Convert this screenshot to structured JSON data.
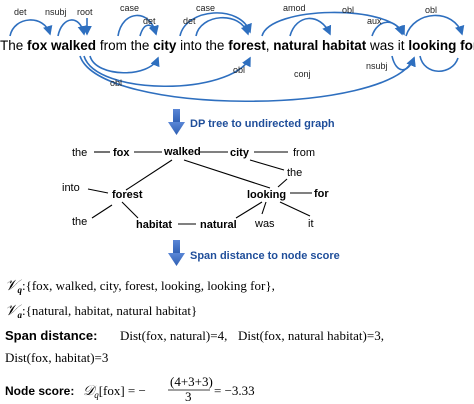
{
  "sentence": {
    "tokens": [
      {
        "text": "The",
        "bold": false
      },
      {
        "text": "fox walked",
        "bold": true
      },
      {
        "text": "from the",
        "bold": false
      },
      {
        "text": "city",
        "bold": true
      },
      {
        "text": "into the",
        "bold": false
      },
      {
        "text": "forest",
        "bold": true
      },
      {
        "text": ",",
        "bold": false
      },
      {
        "text": "natural habitat",
        "bold": true
      },
      {
        "text": "was it",
        "bold": false
      },
      {
        "text": "looking for",
        "bold": true
      },
      {
        "text": ".",
        "bold": false
      }
    ]
  },
  "dependency_labels": {
    "det_1": "det",
    "nsubj": "nsubj",
    "root": "root",
    "case_1": "case",
    "det_2": "det",
    "obl_1": "obl",
    "det_3": "det",
    "case_2": "case",
    "obl_2": "obl",
    "amod": "amod",
    "obl_3": "obl",
    "aux": "aux",
    "obl_4": "obl",
    "conj": "conj",
    "nsubj_2": "nsubj"
  },
  "step1": "DP tree to undirected graph",
  "graph_nodes": {
    "the_1": "the",
    "fox": "fox",
    "walked": "walked",
    "city": "city",
    "from": "from",
    "the_2": "the",
    "into": "into",
    "forest": "forest",
    "looking": "looking",
    "for": "for",
    "the_3": "the",
    "habitat": "habitat",
    "natural": "natural",
    "was": "was",
    "it": "it"
  },
  "step2": "Span distance to node score",
  "formulas": {
    "vq_set": ":{fox, walked, city, forest, looking, looking for},",
    "va_set": ":{natural, habitat, natural habitat}",
    "span_label": "Span distance:",
    "dist_1": "Dist(fox, natural)=4,",
    "dist_2": "Dist(fox, natural habitat)=3,",
    "dist_3": "Dist(fox, habitat)=3",
    "score_label": "Node score:",
    "score_lhs": "[fox] = −",
    "score_num": "(4+3+3)",
    "score_den": "3",
    "score_rhs": "= −3.33"
  },
  "colors": {
    "arc": "#2e6fbf",
    "arrow": "#3f6fc4",
    "step_text": "#1f4e9a"
  }
}
